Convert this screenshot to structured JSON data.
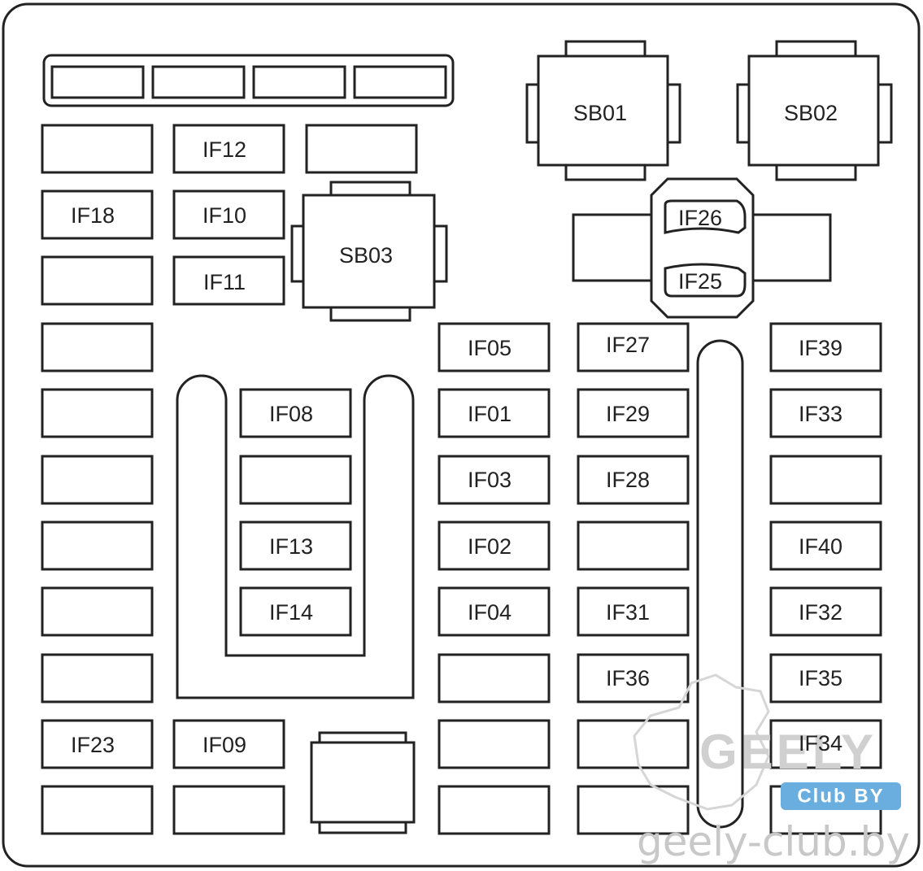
{
  "fuse_box": {
    "fuses": {
      "if12": "IF12",
      "if18": "IF18",
      "if10": "IF10",
      "if11": "IF11",
      "if08": "IF08",
      "if13": "IF13",
      "if14": "IF14",
      "if23": "IF23",
      "if09": "IF09",
      "if05": "IF05",
      "if01": "IF01",
      "if03": "IF03",
      "if02": "IF02",
      "if04": "IF04",
      "if27": "IF27",
      "if29": "IF29",
      "if28": "IF28",
      "if31": "IF31",
      "if36": "IF36",
      "if39": "IF39",
      "if33": "IF33",
      "if40": "IF40",
      "if32": "IF32",
      "if35": "IF35",
      "if34": "IF34",
      "if26": "IF26",
      "if25": "IF25"
    },
    "relays": {
      "sb01": "SB01",
      "sb02": "SB02",
      "sb03": "SB03"
    }
  },
  "watermark": {
    "brand": "GEELY",
    "club": "Club BY",
    "url": "geely-club.by"
  },
  "colors": {
    "outline": "#222222",
    "background": "#ffffff",
    "watermark_gray": "#d0d0d0",
    "watermark_blue": "#6aaee0"
  }
}
